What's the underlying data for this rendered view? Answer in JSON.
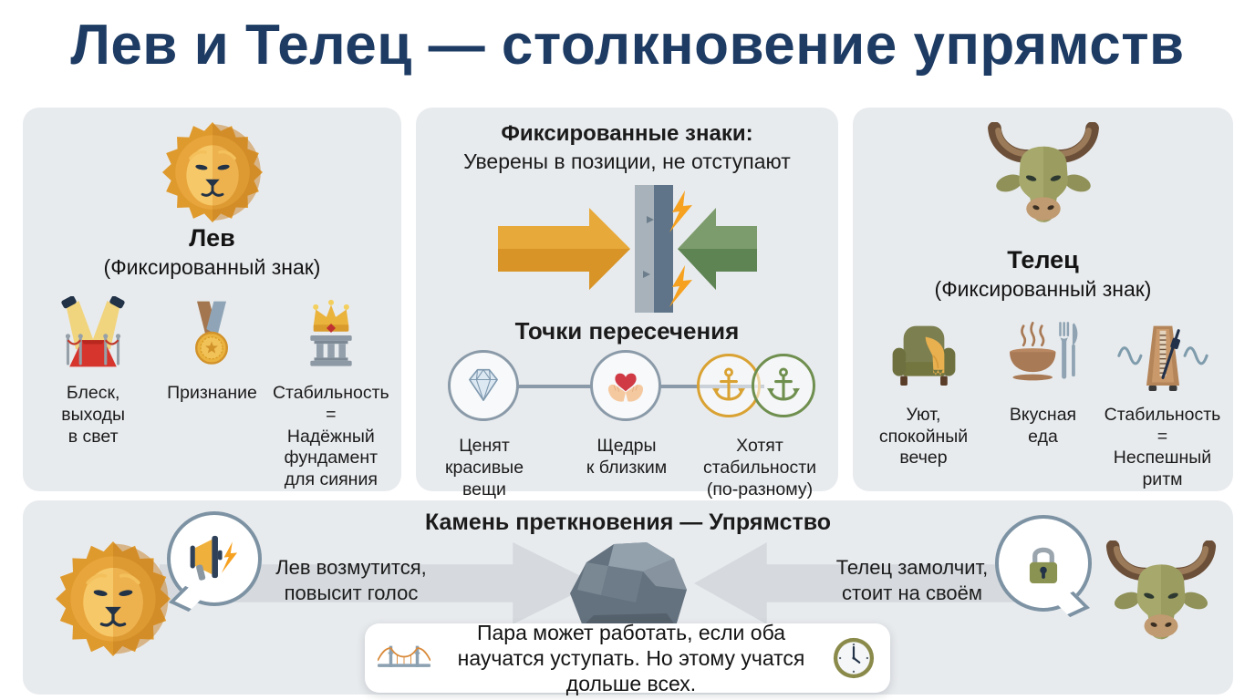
{
  "title": "Лев и Телец — столкновение упрямств",
  "leo_panel": {
    "name": "Лев",
    "subtitle": "(Фиксированный знак)",
    "zodiac_icon": "lion-face-icon",
    "traits": [
      {
        "icon": "spotlights-red-carpet-icon",
        "label": "Блеск,\nвыходы\nв свет"
      },
      {
        "icon": "medal-icon",
        "label": "Признание"
      },
      {
        "icon": "crown-on-pedestal-icon",
        "label": "Стабильность =\nНадёжный\nфундамент\nдля сияния"
      }
    ]
  },
  "center_panel": {
    "heading": "Фиксированные знаки:",
    "subheading": "Уверены в позиции, не отступают",
    "collision_icon": "arrows-clashing-wall-icon",
    "intersections_title": "Точки пересечения",
    "points": [
      {
        "icon": "diamond-icon",
        "label": "Ценят\nкрасивые\nвещи"
      },
      {
        "icon": "heart-in-hands-icon",
        "label": "Щедры\nк близким"
      },
      {
        "icon": "two-overlapping-anchors-icon",
        "label": "Хотят\nстабильности\n(по-разному)"
      }
    ]
  },
  "taurus_panel": {
    "name": "Телец",
    "subtitle": "(Фиксированный знак)",
    "zodiac_icon": "bull-face-icon",
    "traits": [
      {
        "icon": "armchair-blanket-icon",
        "label": "Уют,\nспокойный\nвечер"
      },
      {
        "icon": "meal-bowl-cutlery-icon",
        "label": "Вкусная\nеда"
      },
      {
        "icon": "metronome-icon",
        "label": "Стабильность =\nНеспешный\nритм"
      }
    ]
  },
  "bottom_panel": {
    "title": "Камень преткновения — Упрямство",
    "leo_bubble_icon": "megaphone-lightning-icon",
    "leo_reaction": "Лев возмутится,\nповысит голос",
    "obstacle_icon": "rock-icon",
    "taurus_bubble_icon": "padlock-icon",
    "taurus_reaction": "Телец замолчит,\nстоит на своём"
  },
  "note": {
    "bridge_icon": "bridge-icon",
    "text": "Пара может работать, если оба научатся уступать. Но этому учатся дольше всех.",
    "clock_icon": "clock-icon"
  },
  "colors": {
    "title_text": "#1d3b63",
    "panel_background": "#e8ebee",
    "leo_gold": "#e8a53c",
    "taurus_olive": "#a6a86c",
    "clash_arrow_yellow": "#e7a93a",
    "clash_arrow_green": "#7d9c6d",
    "spark_orange": "#f6a120",
    "circle_outline_gray": "#8a9aa8",
    "anchor_gold": "#d9a232",
    "anchor_green": "#6f8f4f",
    "heart_red": "#cf3a45",
    "carpet_red": "#d6352e",
    "rock_gray": "#64727f",
    "push_arrow_gray": "#d6dade",
    "bubble_border": "#7d93a4"
  }
}
